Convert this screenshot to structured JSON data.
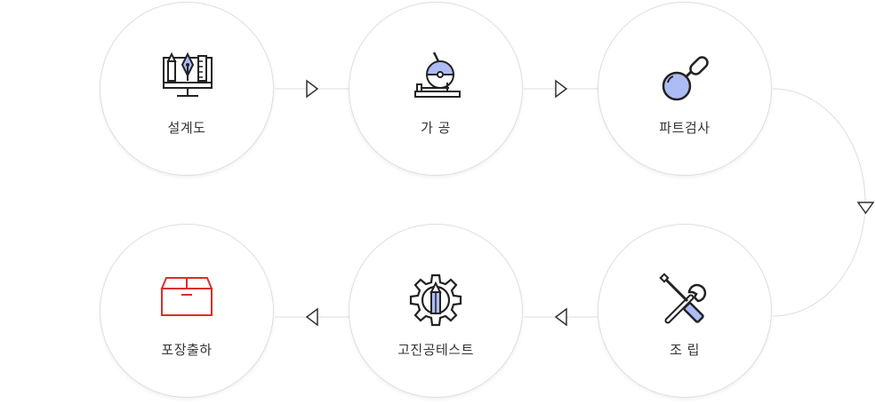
{
  "colors": {
    "accent_fill": "#aebcf5",
    "box_red": "#d9302a",
    "line": "#dddddd",
    "arrow": "#333333"
  },
  "steps": [
    {
      "label": "설계도",
      "icon": "design-drawing-icon"
    },
    {
      "label": "가 공",
      "icon": "cutting-machine-icon"
    },
    {
      "label": "파트검사",
      "icon": "magnifier-inspection-icon"
    },
    {
      "label": "조 립",
      "icon": "wrench-screwdriver-icon"
    },
    {
      "label": "고진공테스트",
      "icon": "gear-test-icon"
    },
    {
      "label": "포장출하",
      "icon": "package-box-icon"
    }
  ]
}
